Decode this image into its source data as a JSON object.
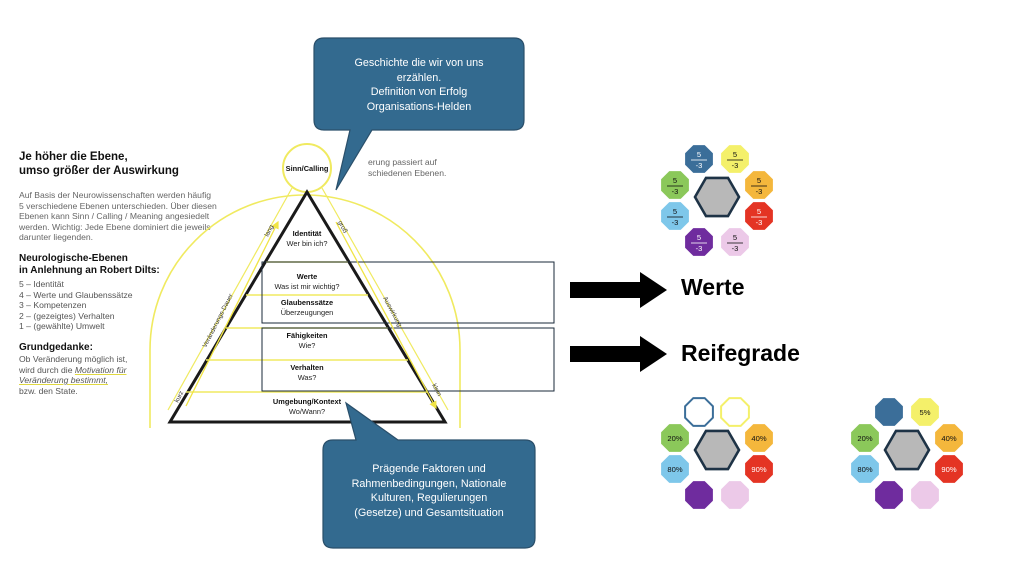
{
  "left_panel": {
    "heading_lines": [
      "Je höher die Ebene,",
      "umso größer der Auswirkung"
    ],
    "intro_lines": [
      "Auf Basis der Neurowissenschaften werden häufig",
      "5 verschiedene Ebenen unterschieden. Über diesen",
      "Ebenen kann Sinn / Calling / Meaning angesiedelt",
      "werden. Wichtig: Jede Ebene dominiert die jeweils",
      "darunter liegenden."
    ],
    "levels_heading_lines": [
      "Neurologische-Ebenen",
      "in Anlehnung an Robert Dilts:"
    ],
    "levels_list": [
      "5 – Identität",
      "4 – Werte und Glaubenssätze",
      "3 – Kompetenzen",
      "2 – (gezeigtes) Verhalten",
      "1 – (gewählte) Umwelt"
    ],
    "grund_heading": "Grundgedanke:",
    "grund_lines": [
      "Ob Veränderung möglich ist,",
      "wird durch die Motivation für",
      "Veränderung bestimmt,",
      "bzw. den State."
    ]
  },
  "partial_note_lines": [
    "erung passiert auf",
    "schiedenen Ebenen."
  ],
  "callout_top_lines": [
    "Geschichte die wir von uns",
    "erzählen.",
    "Definition von Erfolg",
    "Organisations-Helden"
  ],
  "callout_bottom_lines": [
    "Prägende Faktoren und",
    "Rahmenbedingungen, Nationale",
    "Kulturen, Regulierungen",
    "(Gesetze) und Gesamtsituation"
  ],
  "pyramid": {
    "apex_label": "Sinn/Calling",
    "levels": [
      {
        "title": "Identität",
        "subtitle": "Wer bin ich?"
      },
      {
        "title": "Werte",
        "subtitle": "Was ist mir wichtig?"
      },
      {
        "title": "Glaubenssätze",
        "subtitle": "Überzeugungen"
      },
      {
        "title": "Fähigkeiten",
        "subtitle": "Wie?"
      },
      {
        "title": "Verhalten",
        "subtitle": "Was?"
      },
      {
        "title": "Umgebung/Kontext",
        "subtitle": "Wo/Wann?"
      }
    ],
    "left_axis": {
      "top": "lang",
      "middle": "Veränderungs-Dauer",
      "bottom": "kurz"
    },
    "right_axis": {
      "top": "groß",
      "middle": "Auswirkung",
      "bottom": "klein"
    }
  },
  "arrows": {
    "werte_label": "Werte",
    "reifegrade_label": "Reifegrade"
  },
  "colors": {
    "callout": "#336a8f",
    "ring_yellow": "#f4f06a",
    "steel_blue": "#3b6e99",
    "green": "#8bc85a",
    "light_blue": "#7ec7ea",
    "purple": "#6f2c9e",
    "pink": "#ecc9e8",
    "orange": "#f4b73c",
    "red": "#e43424",
    "center_gray": "#b8b8b8",
    "center_border": "#1e3346"
  },
  "cluster_werte": {
    "values": [
      "5/-3",
      "5/-3",
      "5/-3",
      "5/-3",
      "5/-3",
      "5/-3",
      "5/-3",
      "5/-3"
    ]
  },
  "cluster_reife_1": {
    "values": [
      "",
      "",
      "40%",
      "90%",
      "",
      "",
      "80%",
      "20%"
    ]
  },
  "cluster_reife_2": {
    "values": [
      "",
      "5%",
      "40%",
      "90%",
      "",
      "",
      "80%",
      "20%"
    ]
  }
}
